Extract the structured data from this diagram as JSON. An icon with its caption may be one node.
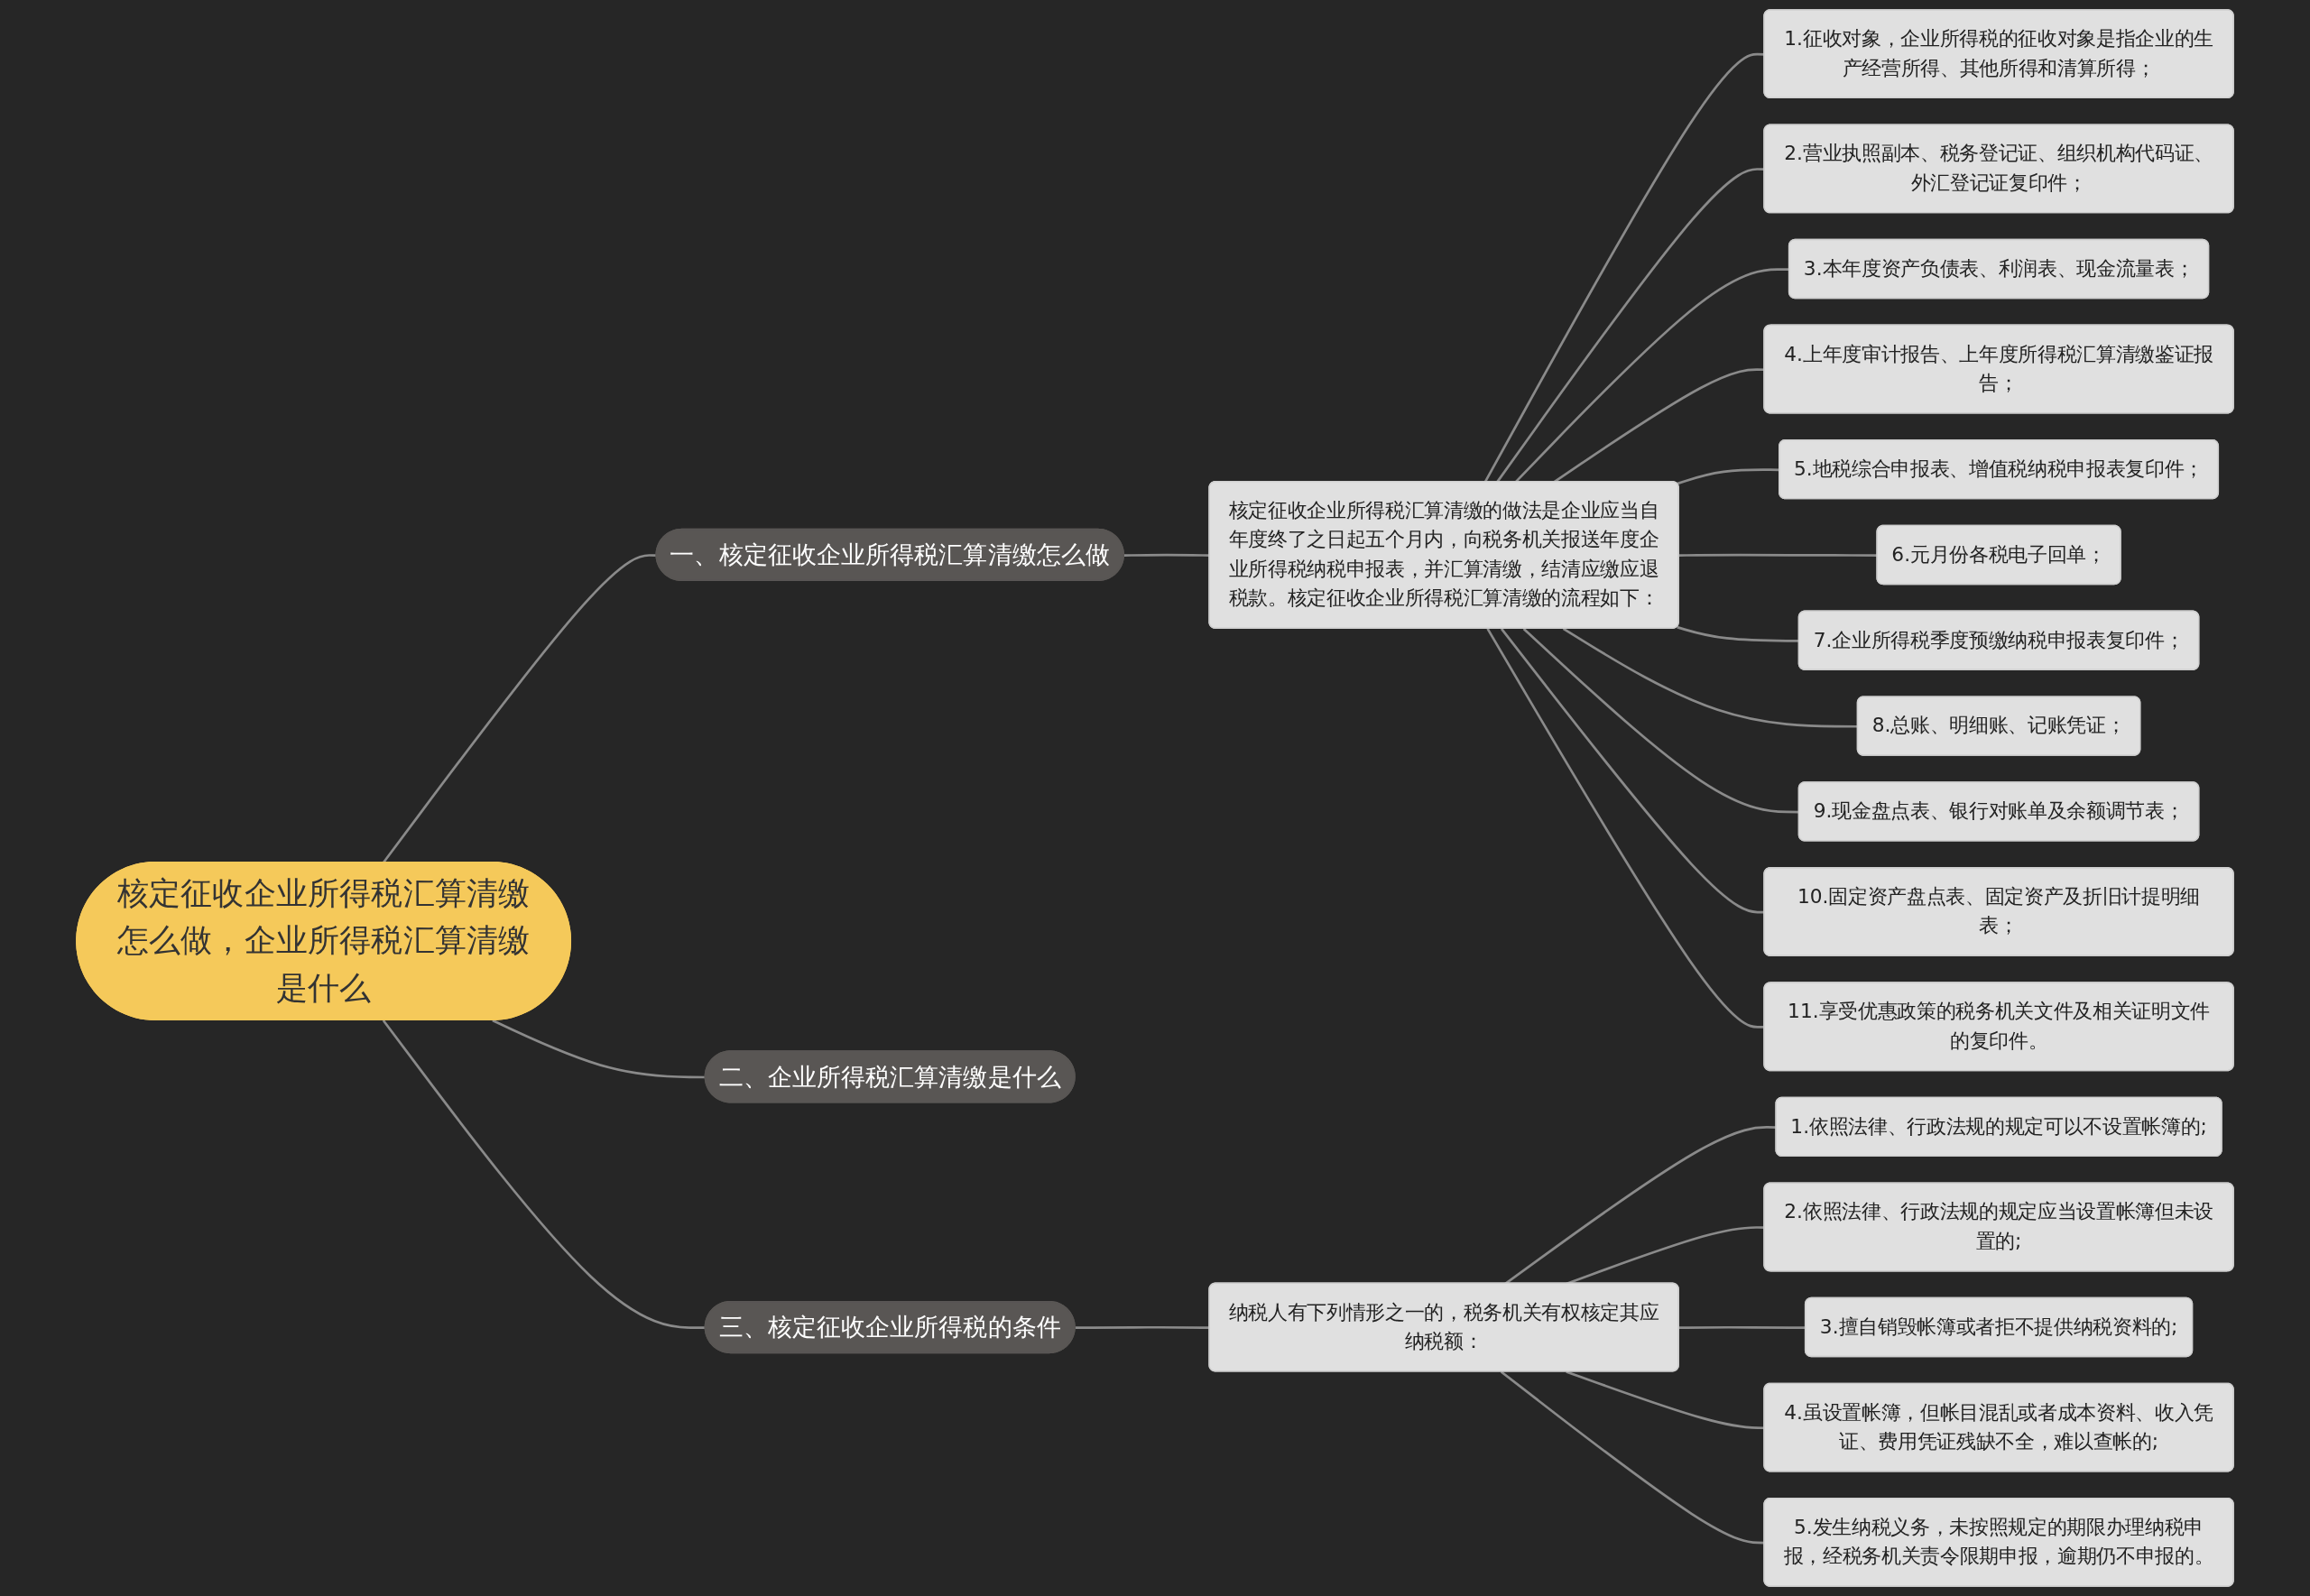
{
  "diagram": {
    "nodes": [
      {
        "text": [
          "核定征收企业所得税汇算清缴怎么做，企业所得税汇算清缴是什么"
        ]
      },
      {
        "text": [
          "一、核定征收企业所得税汇算清缴怎么做"
        ]
      },
      {
        "text": [
          "核定征收企业所得税汇算清缴的做法是企业应当自年度终了之日起五个月内，向税务机关报送年度企业所得税纳税申报表，并汇算清缴，结清应缴应退税款。核定征收企业所得税汇算清缴的流程如下："
        ]
      },
      {
        "text": [
          "1.征收对象，企业所得税的征收对象是指企业的生产经营所得、其他所得和清算所得；"
        ]
      },
      {
        "text": [
          "2.营业执照副本、税务登记证、组织机构代码证、外汇登记证复印件；"
        ]
      },
      {
        "text": [
          "3.本年度资产负债表、利润表、现金流量表；"
        ]
      },
      {
        "text": [
          "4.上年度审计报告、上年度所得税汇算清缴鉴证报告；"
        ]
      },
      {
        "text": [
          "5.地税综合申报表、增值税纳税申报表复印件；"
        ]
      },
      {
        "text": [
          "6.元月份各税电子回单；"
        ]
      },
      {
        "text": [
          "7.企业所得税季度预缴纳税申报表复印件；"
        ]
      },
      {
        "text": [
          "8.总账、明细账、记账凭证；"
        ]
      },
      {
        "text": [
          "9.现金盘点表、银行对账单及余额调节表；"
        ]
      },
      {
        "text": [
          "10.固定资产盘点表、固定资产及折旧计提明细表；"
        ]
      },
      {
        "text": [
          "11.享受优惠政策的税务机关文件及相关证明文件的复印件。"
        ]
      },
      {
        "text": [
          "二、企业所得税汇算清缴是什么"
        ]
      },
      {
        "text": [
          "三、核定征收企业所得税的条件"
        ]
      },
      {
        "text": [
          "纳税人有下列情形之一的，税务机关有权核定其应纳税额："
        ]
      },
      {
        "text": [
          "1.依照法律、行政法规的规定可以不设置帐簿的;"
        ]
      },
      {
        "text": [
          "2.依照法律、行政法规的规定应当设置帐簿但未设置的;"
        ]
      },
      {
        "text": [
          "3.擅自销毁帐簿或者拒不提供纳税资料的;"
        ]
      },
      {
        "text": [
          "4.虽设置帐簿，但帐目混乱或者成本资料、收入凭证、费用凭证残缺不全，难以查帐的;"
        ]
      },
      {
        "text": [
          "5.发生纳税义务，未按照规定的期限办理纳税申报，经税务机关责令限期申报，逾期仍不申报的。"
        ]
      }
    ],
    "edges": [
      {
        "from": 0,
        "to": 1,
        "arrow": "none"
      },
      {
        "from": 1,
        "to": 2,
        "arrow": "none"
      },
      {
        "from": 2,
        "to": 3,
        "arrow": "none"
      },
      {
        "from": 2,
        "to": 4,
        "arrow": "none"
      },
      {
        "from": 2,
        "to": 5,
        "arrow": "none"
      },
      {
        "from": 2,
        "to": 6,
        "arrow": "none"
      },
      {
        "from": 2,
        "to": 7,
        "arrow": "none"
      },
      {
        "from": 2,
        "to": 8,
        "arrow": "none"
      },
      {
        "from": 2,
        "to": 9,
        "arrow": "none"
      },
      {
        "from": 2,
        "to": 10,
        "arrow": "none"
      },
      {
        "from": 2,
        "to": 11,
        "arrow": "none"
      },
      {
        "from": 2,
        "to": 12,
        "arrow": "none"
      },
      {
        "from": 2,
        "to": 13,
        "arrow": "none"
      },
      {
        "from": 0,
        "to": 14,
        "arrow": "none"
      },
      {
        "from": 0,
        "to": 15,
        "arrow": "none"
      },
      {
        "from": 15,
        "to": 16,
        "arrow": "none"
      },
      {
        "from": 16,
        "to": 17,
        "arrow": "none"
      },
      {
        "from": 16,
        "to": 18,
        "arrow": "none"
      },
      {
        "from": 16,
        "to": 19,
        "arrow": "none"
      },
      {
        "from": 16,
        "to": 20,
        "arrow": "none"
      },
      {
        "from": 16,
        "to": 21,
        "arrow": "none"
      }
    ]
  }
}
